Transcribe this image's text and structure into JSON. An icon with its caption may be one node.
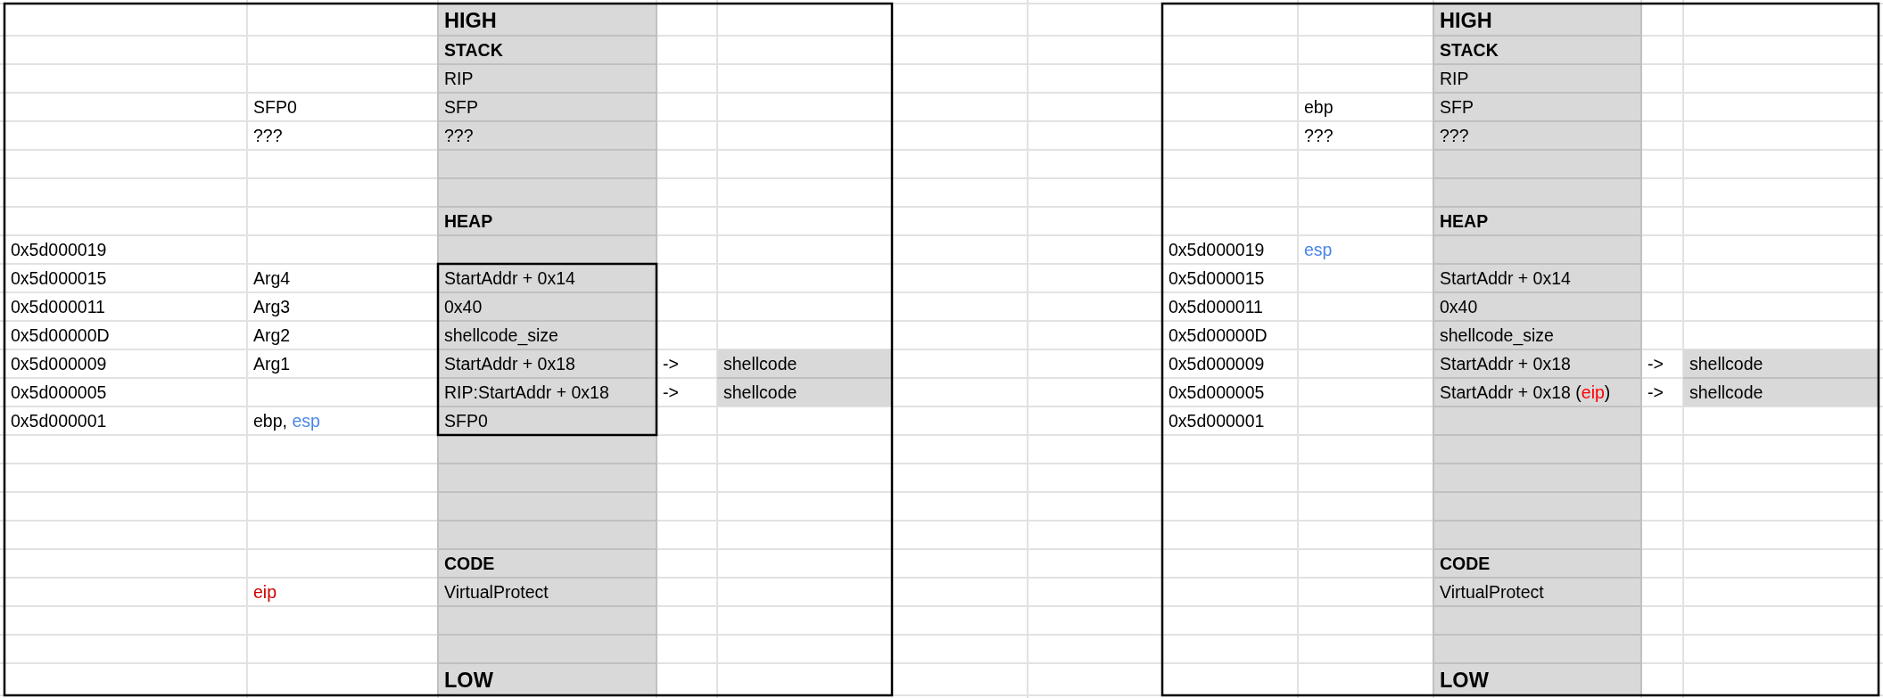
{
  "diagram": {
    "labels": [
      "HIGH",
      "STACK",
      "RIP",
      "SFP0",
      "SFP",
      "???",
      "???",
      "HEAP",
      "0x5d000019",
      "0x5d000015",
      "Arg4",
      "StartAddr + 0x14",
      "0x5d000011",
      "Arg3",
      "0x40",
      "0x5d00000D",
      "Arg2",
      "shellcode_size",
      "0x5d000009",
      "Arg1",
      "StartAddr + 0x18",
      "->",
      "shellcode",
      "0x5d000005",
      "RIP:StartAddr + 0x18",
      "->",
      "shellcode",
      "0x5d000001",
      "ebp, esp",
      "SFP0",
      "CODE",
      "eip",
      "VirtualProtect",
      "LOW",
      "HIGH",
      "STACK",
      "RIP",
      "ebp",
      "SFP",
      "???",
      "???",
      "HEAP",
      "0x5d000019",
      "esp",
      "0x5d000015",
      "StartAddr + 0x14",
      "0x5d000011",
      "0x40",
      "0x5d00000D",
      "shellcode_size",
      "0x5d000009",
      "StartAddr + 0x18",
      "->",
      "shellcode",
      "0x5d000005",
      "StartAddr + 0x18 (eip)",
      "->",
      "shellcode",
      "0x5d000001",
      "CODE",
      "VirtualProtect",
      "LOW"
    ]
  }
}
